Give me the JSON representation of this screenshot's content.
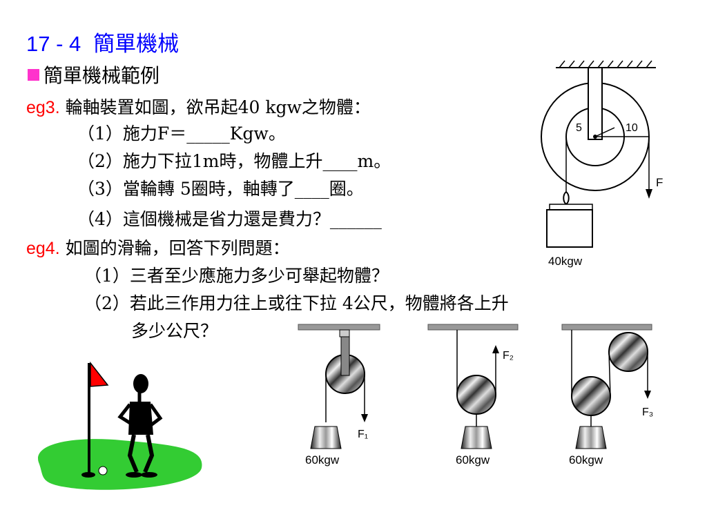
{
  "title": {
    "number": "17 - 4",
    "text": "簡單機械"
  },
  "subtitle": "簡單機械範例",
  "eg3": {
    "label": "eg3.",
    "prompt": "輪軸裝置如圖，欲吊起40 kgw之物體：",
    "q1": "（1）施力F＝_____Kgw。",
    "q2": "（2）施力下拉1m時，物體上升____m。",
    "q3": "（3）當輪轉 5圈時，軸轉了____圈。",
    "q4": "（4）這個機械是省力還是費力？______"
  },
  "eg4": {
    "label": "eg4.",
    "prompt": "如圖的滑輪，回答下列問題：",
    "q1": "（1）三者至少應施力多少可舉起物體？",
    "q2": "（2）若此三作用力往上或往下拉 4公尺，物體將各上升",
    "q2b": "多少公尺？"
  },
  "wheel_axle": {
    "inner_radius_label": "5",
    "outer_radius_label": "10",
    "force_label": "F",
    "weight_label": "40kgw"
  },
  "pulleys": {
    "a_force": "F₁",
    "a_weight": "60kgw",
    "b_force": "F₂",
    "b_weight": "60kgw",
    "c_force": "F₃",
    "c_weight": "60kgw"
  },
  "colors": {
    "title": "#0000ff",
    "eg_label": "#ff0000",
    "bullet": "#ff33cc",
    "grass": "#33cc33",
    "flag": "#ff0000"
  }
}
